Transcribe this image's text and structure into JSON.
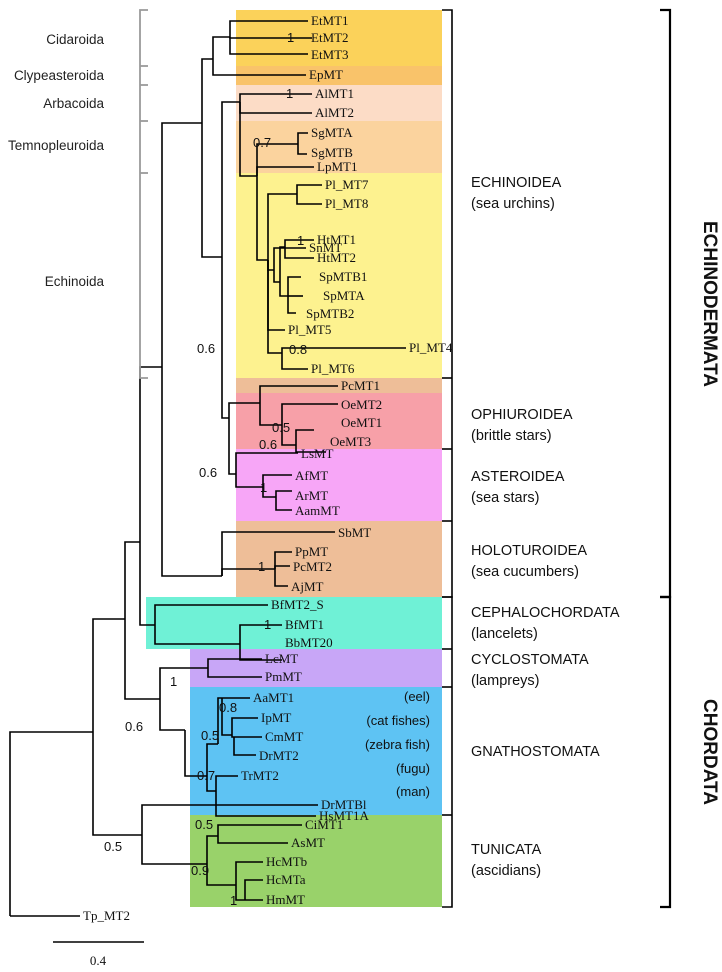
{
  "colors": {
    "cidaroida": "#fbd25a",
    "clypeasteroida": "#f9c36a",
    "arbacoida": "#fcdcc6",
    "temnopleuroida": "#fbd39e",
    "echinoida": "#fdf28f",
    "ophiuroidea": "#f7a0a8",
    "asteroidea": "#f7a6f7",
    "holothuroidea": "#eebe98",
    "cephalochordata": "#6ff1d6",
    "cyclostomata": "#c8a6f7",
    "gnathostomata": "#5ec3f3",
    "tunicata": "#99d26a"
  },
  "leaves": [
    {
      "id": "EtMT1",
      "label": "EtMT1"
    },
    {
      "id": "EtMT2",
      "label": "EtMT2"
    },
    {
      "id": "EtMT3",
      "label": "EtMT3"
    },
    {
      "id": "EpMT",
      "label": "EpMT"
    },
    {
      "id": "AlMT1",
      "label": "AlMT1"
    },
    {
      "id": "AlMT2",
      "label": "AlMT2"
    },
    {
      "id": "SgMTA",
      "label": "SgMTA"
    },
    {
      "id": "SgMTB",
      "label": "SgMTB"
    },
    {
      "id": "LpMT1",
      "label": "LpMT1"
    },
    {
      "id": "Pl_MT7",
      "label": "Pl_MT7"
    },
    {
      "id": "Pl_MT8",
      "label": "Pl_MT8"
    },
    {
      "id": "SnMT",
      "label": "SnMT"
    },
    {
      "id": "HtMT1",
      "label": "HtMT1"
    },
    {
      "id": "HtMT2",
      "label": "HtMT2"
    },
    {
      "id": "SpMTB1",
      "label": "SpMTB1"
    },
    {
      "id": "SpMTA",
      "label": "SpMTA"
    },
    {
      "id": "SpMTB2",
      "label": "SpMTB2"
    },
    {
      "id": "Pl_MT5",
      "label": "Pl_MT5"
    },
    {
      "id": "Pl_MT4",
      "label": "Pl_MT4"
    },
    {
      "id": "Pl_MT6",
      "label": "Pl_MT6"
    },
    {
      "id": "PcMT1",
      "label": "PcMT1"
    },
    {
      "id": "OeMT2",
      "label": "OeMT2"
    },
    {
      "id": "OeMT1",
      "label": "OeMT1"
    },
    {
      "id": "OeMT3",
      "label": "OeMT3"
    },
    {
      "id": "LsMT",
      "label": "LsMT"
    },
    {
      "id": "AfMT",
      "label": "AfMT"
    },
    {
      "id": "ArMT",
      "label": "ArMT"
    },
    {
      "id": "AamMT",
      "label": "AamMT"
    },
    {
      "id": "SbMT",
      "label": "SbMT"
    },
    {
      "id": "PpMT",
      "label": "PpMT"
    },
    {
      "id": "PcMT2",
      "label": "PcMT2"
    },
    {
      "id": "AjMT",
      "label": "AjMT"
    },
    {
      "id": "BfMT2_S",
      "label": "BfMT2_S"
    },
    {
      "id": "BfMT1",
      "label": "BfMT1"
    },
    {
      "id": "BbMT20",
      "label": "BbMT20"
    },
    {
      "id": "LcMT",
      "label": "LcMT"
    },
    {
      "id": "PmMT",
      "label": "PmMT"
    },
    {
      "id": "AaMT1",
      "label": "AaMT1"
    },
    {
      "id": "IpMT",
      "label": "IpMT"
    },
    {
      "id": "CmMT",
      "label": "CmMT"
    },
    {
      "id": "DrMT2",
      "label": "DrMT2"
    },
    {
      "id": "TrMT2",
      "label": "TrMT2"
    },
    {
      "id": "HsMT1A",
      "label": "HsMT1A"
    },
    {
      "id": "DrMTBl",
      "label": "DrMTBl"
    },
    {
      "id": "CiMT1",
      "label": "CiMT1"
    },
    {
      "id": "AsMT",
      "label": "AsMT"
    },
    {
      "id": "HcMTb",
      "label": "HcMTb"
    },
    {
      "id": "HcMTa",
      "label": "HcMTa"
    },
    {
      "id": "HmMT",
      "label": "HmMT"
    },
    {
      "id": "Tp_MT2",
      "label": "Tp_MT2"
    }
  ],
  "support_values": [
    "1",
    "0.7",
    "1",
    "1",
    "0.8",
    "0.6",
    "0.5",
    "0.6",
    "0.6",
    "1",
    "1",
    "1",
    "1",
    "0.8",
    "0.5",
    "0.6",
    "0.7",
    "0.5",
    "0.5",
    "0.9",
    "1"
  ],
  "species_notes": [
    "(eel)",
    "(cat fishes)",
    "(zebra fish)",
    "(fugu)",
    "(man)"
  ],
  "orders": [
    "Cidaroida",
    "Clypeasteroida",
    "Arbacoida",
    "Temnopleuroida",
    "Echinoida"
  ],
  "groups": [
    {
      "name": "ECHINOIDEA",
      "common": "(sea urchins)"
    },
    {
      "name": "OPHIUROIDEA",
      "common": "(brittle stars)"
    },
    {
      "name": "ASTEROIDEA",
      "common": "(sea stars)"
    },
    {
      "name": "HOLOTUROIDEA",
      "common": "(sea cucumbers)"
    },
    {
      "name": "CEPHALOCHORDATA",
      "common": "(lancelets)"
    },
    {
      "name": "CYCLOSTOMATA",
      "common": "(lampreys)"
    },
    {
      "name": "GNATHOSTOMATA",
      "common": ""
    },
    {
      "name": "TUNICATA",
      "common": "(ascidians)"
    }
  ],
  "phyla": [
    "ECHINODERMATA",
    "CHORDATA"
  ],
  "scale_bar": {
    "label": "0.4"
  }
}
